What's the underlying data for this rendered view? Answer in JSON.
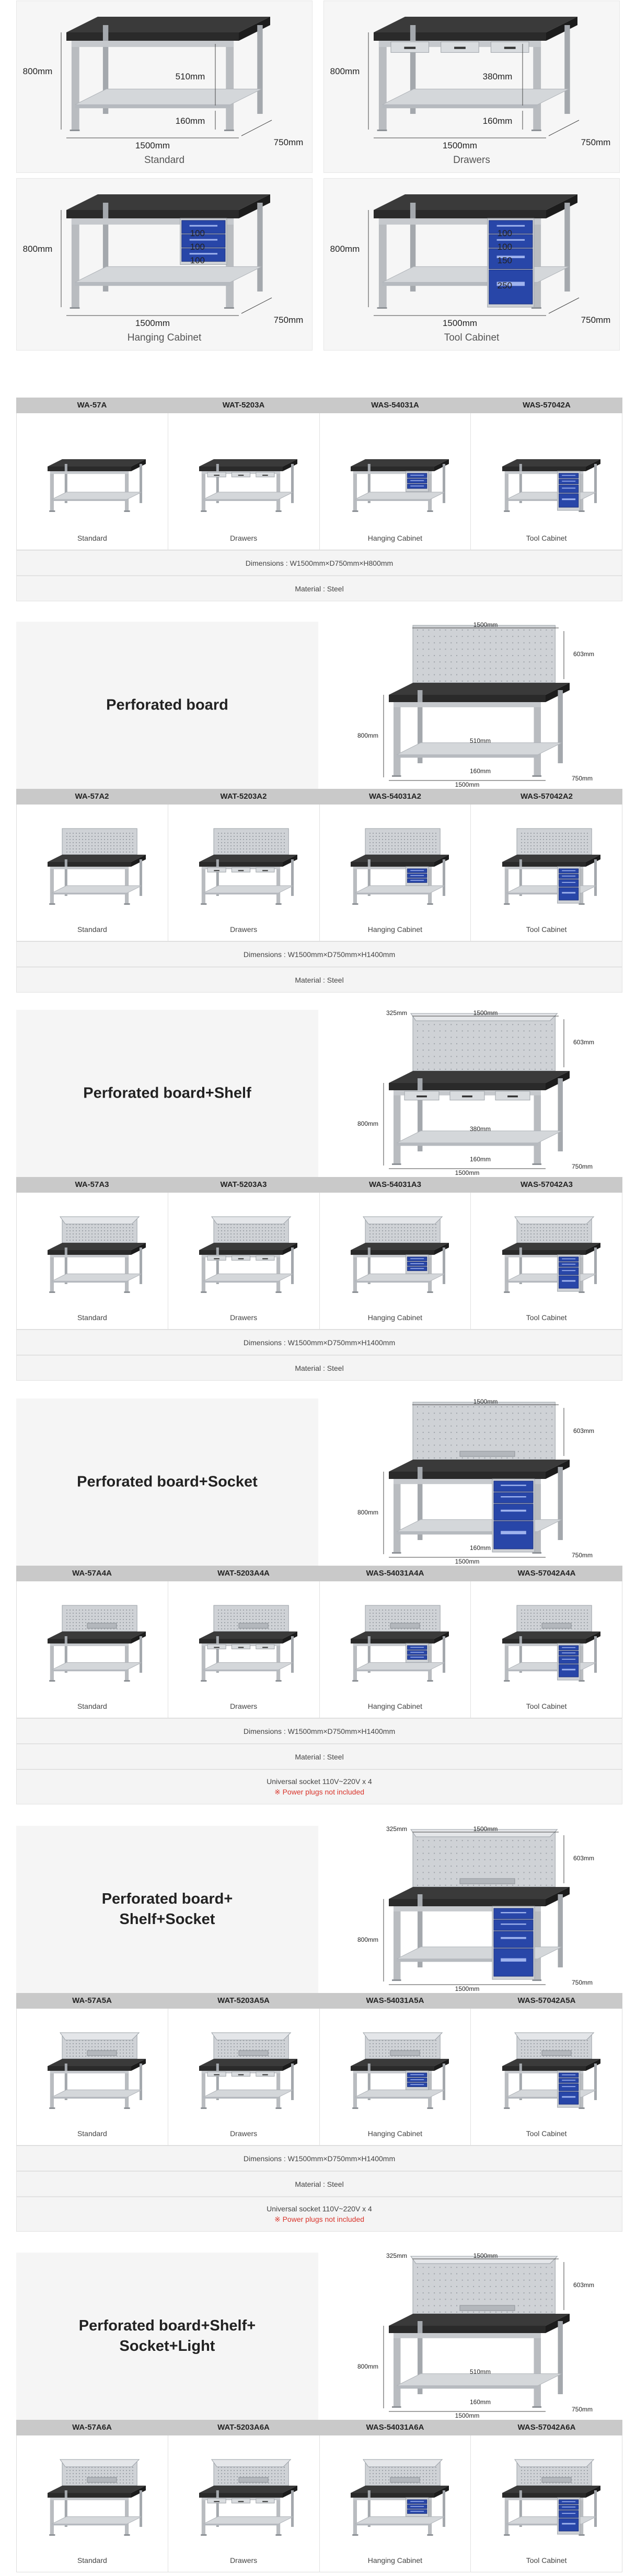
{
  "top_cards": [
    {
      "caption": "Standard",
      "h_label": "800mm",
      "mid1": "510mm",
      "mid2": "160mm",
      "w_label": "1500mm",
      "d_label": "750mm"
    },
    {
      "caption": "Drawers",
      "h_label": "800mm",
      "mid1": "380mm",
      "mid2": "160mm",
      "w_label": "1500mm",
      "d_label": "750mm"
    },
    {
      "caption": "Hanging Cabinet",
      "h_label": "800mm",
      "drawer_labels": [
        "100",
        "100",
        "100"
      ],
      "w_label": "1500mm",
      "d_label": "750mm"
    },
    {
      "caption": "Tool Cabinet",
      "h_label": "800mm",
      "drawer_labels": [
        "100",
        "100",
        "150",
        "250"
      ],
      "w_label": "1500mm",
      "d_label": "750mm"
    }
  ],
  "sections": [
    {
      "models": [
        "WA-57A",
        "WAT-5203A",
        "WAS-54031A",
        "WAS-57042A"
      ],
      "labels": [
        "Standard",
        "Drawers",
        "Hanging Cabinet",
        "Tool Cabinet"
      ],
      "dimensions": "Dimensions : W1500mm×D750mm×H800mm",
      "material": "Material : Steel"
    },
    {
      "title": "Perforated board",
      "hero": {
        "h": "800mm",
        "w": "1500mm",
        "d": "750mm",
        "board_w": "1500mm",
        "board_h": "603mm",
        "mid1": "510mm",
        "mid2": "160mm"
      },
      "models": [
        "WA-57A2",
        "WAT-5203A2",
        "WAS-54031A2",
        "WAS-57042A2"
      ],
      "labels": [
        "Standard",
        "Drawers",
        "Hanging Cabinet",
        "Tool Cabinet"
      ],
      "dimensions": "Dimensions : W1500mm×D750mm×H1400mm",
      "material": "Material : Steel"
    },
    {
      "title": "Perforated board+Shelf",
      "hero": {
        "h": "800mm",
        "w": "1500mm",
        "d": "750mm",
        "board_w": "1500mm",
        "board_h": "603mm",
        "shelf": "325mm",
        "mid1": "380mm",
        "mid2": "160mm"
      },
      "models": [
        "WA-57A3",
        "WAT-5203A3",
        "WAS-54031A3",
        "WAS-57042A3"
      ],
      "labels": [
        "Standard",
        "Drawers",
        "Hanging Cabinet",
        "Tool Cabinet"
      ],
      "dimensions": "Dimensions : W1500mm×D750mm×H1400mm",
      "material": "Material : Steel"
    },
    {
      "title": "Perforated board+Socket",
      "hero": {
        "h": "800mm",
        "w": "1500mm",
        "d": "750mm",
        "board_w": "1500mm",
        "board_h": "603mm",
        "mid2": "160mm"
      },
      "models": [
        "WA-57A4A",
        "WAT-5203A4A",
        "WAS-54031A4A",
        "WAS-57042A4A"
      ],
      "labels": [
        "Standard",
        "Drawers",
        "Hanging Cabinet",
        "Tool Cabinet"
      ],
      "dimensions": "Dimensions : W1500mm×D750mm×H1400mm",
      "material": "Material : Steel",
      "socket": "Universal socket 110V~220V x 4",
      "warning": "※ Power plugs not included"
    },
    {
      "title": "Perforated board+\nShelf+Socket",
      "hero": {
        "h": "800mm",
        "w": "1500mm",
        "d": "750mm",
        "board_w": "1500mm",
        "board_h": "603mm",
        "shelf": "325mm"
      },
      "models": [
        "WA-57A5A",
        "WAT-5203A5A",
        "WAS-54031A5A",
        "WAS-57042A5A"
      ],
      "labels": [
        "Standard",
        "Drawers",
        "Hanging Cabinet",
        "Tool Cabinet"
      ],
      "dimensions": "Dimensions : W1500mm×D750mm×H1400mm",
      "material": "Material : Steel",
      "socket": "Universal socket 110V~220V x 4",
      "warning": "※ Power plugs not included"
    },
    {
      "title": "Perforated board+Shelf+\nSocket+Light",
      "hero": {
        "h": "800mm",
        "w": "1500mm",
        "d": "750mm",
        "board_w": "1500mm",
        "board_h": "603mm",
        "shelf": "325mm",
        "mid1": "510mm",
        "mid2": "160mm"
      },
      "models": [
        "WA-57A6A",
        "WAT-5203A6A",
        "WAS-54031A6A",
        "WAS-57042A6A"
      ],
      "labels": [
        "Standard",
        "Drawers",
        "Hanging Cabinet",
        "Tool Cabinet"
      ]
    }
  ],
  "colors": {
    "top": "#2a2a2a",
    "frame": "#b9bcc0",
    "drawer": "#2846a8",
    "header": "#c9c9c9"
  }
}
